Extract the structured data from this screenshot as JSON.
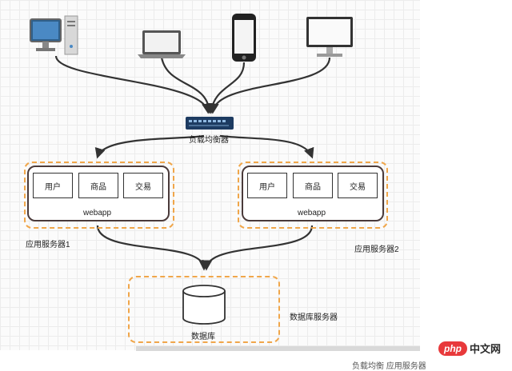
{
  "load_balancer": {
    "label": "负载均衡器"
  },
  "app_servers": [
    {
      "caption": "应用服务器1",
      "modules": [
        "用户",
        "商品",
        "交易"
      ],
      "app_label": "webapp"
    },
    {
      "caption": "应用服务器2",
      "modules": [
        "用户",
        "商品",
        "交易"
      ],
      "app_label": "webapp"
    }
  ],
  "db_server": {
    "caption": "数据库服务器",
    "db_label": "数据库"
  },
  "clients": [
    "desktop-pc-icon",
    "laptop-icon",
    "smartphone-icon",
    "monitor-icon"
  ],
  "watermark": {
    "logo": "php",
    "text": "中文网"
  },
  "cut_caption": "负载均衡 应用服务器"
}
